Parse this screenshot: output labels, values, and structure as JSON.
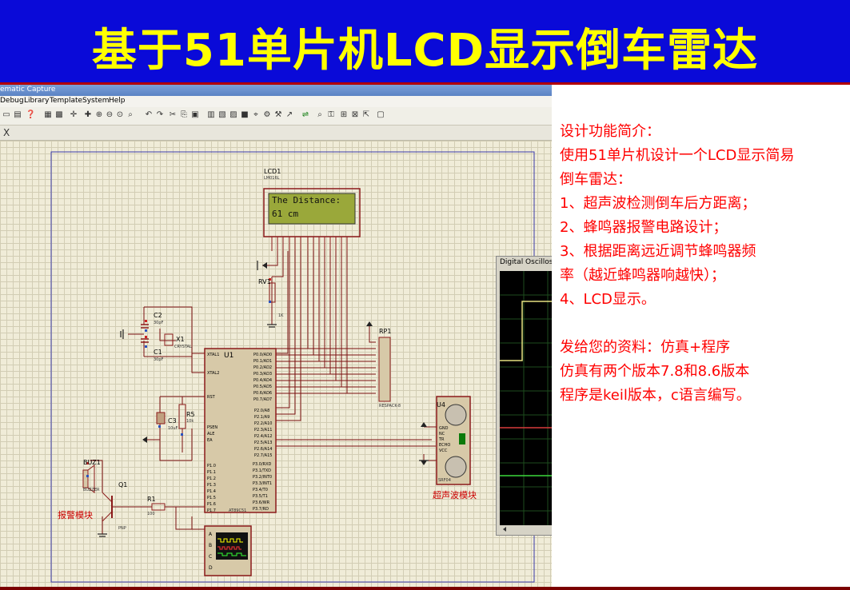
{
  "banner": {
    "title": "基于51单片机LCD显示倒车雷达"
  },
  "window": {
    "title_fragment": "ematic Capture",
    "menu": [
      "Debug",
      "Library",
      "Template",
      "System",
      "Help"
    ],
    "tab_close": "X"
  },
  "schematic": {
    "lcd_label": "LCD1",
    "lcd_model": "LM016L",
    "lcd_line1": "The Distance:",
    "lcd_line2": "61 cm",
    "mcu_label": "U1",
    "mcu_model": "AT89C51",
    "rv1": "RV1",
    "rv1_val": "1K",
    "c2": "C2",
    "c2_val": "30pF",
    "c1": "C1",
    "c1_val": "30pF",
    "x1": "X1",
    "x1_val": "CRYSTAL",
    "c3": "C3",
    "c3_val": "10uF",
    "r5": "R5",
    "r5_val": "10k",
    "rp1": "RP1",
    "rp1_val": "RESPACK-8",
    "u4": "U4",
    "u4_model": "SRF04",
    "u4_pins": [
      "GND",
      "NC",
      "TR",
      "ECHO",
      "VCC"
    ],
    "buz": "BUZ1",
    "buz_val": "BUZZER",
    "q1": "Q1",
    "q1_val": "PNP",
    "r1": "R1",
    "r1_val": "100",
    "alarm_label": "报警模块",
    "ultra_label": "超声波模块",
    "pins_left": [
      "XTAL1",
      "XTAL2",
      "RST",
      "PSEN",
      "ALE",
      "EA"
    ],
    "pins_p1": [
      "P1.0",
      "P1.1",
      "P1.2",
      "P1.3",
      "P1.4",
      "P1.5",
      "P1.6",
      "P1.7"
    ],
    "pins_p0": [
      "P0.0/AD0",
      "P0.1/AD1",
      "P0.2/AD2",
      "P0.3/AD3",
      "P0.4/AD4",
      "P0.5/AD5",
      "P0.6/AD6",
      "P0.7/AD7"
    ],
    "pins_p2": [
      "P2.0/A8",
      "P2.1/A9",
      "P2.2/A10",
      "P2.3/A11",
      "P2.4/A12",
      "P2.5/A13",
      "P2.6/A14",
      "P2.7/A15"
    ],
    "pins_p3": [
      "P3.0/RXD",
      "P3.1/TXD",
      "P3.2/INT0",
      "P3.3/INT1",
      "P3.4/T0",
      "P3.5/T1",
      "P3.6/WR",
      "P3.7/RD"
    ],
    "osc_channels": [
      "A",
      "B",
      "C",
      "D"
    ]
  },
  "oscilloscope": {
    "title": "Digital Oscilloscope"
  },
  "description": {
    "lines": [
      "设计功能简介：",
      "使用51单片机设计一个LCD显示简易",
      "倒车雷达：",
      "1、超声波检测倒车后方距离；",
      "2、蜂鸣器报警电路设计；",
      "3、根据距离远近调节蜂鸣器频",
      "率（越近蜂鸣器响越快）；",
      "4、LCD显示。",
      "",
      "发给您的资料：仿真+程序",
      "仿真有两个版本7.8和8.6版本",
      "程序是keil版本，c语言编写。"
    ]
  },
  "colors": {
    "banner_bg": "#0a0ad8",
    "banner_text": "#ffff00",
    "desc_text": "#ff0000",
    "wire": "#7a1010",
    "part": "#8b1a1a",
    "lcd_bg": "#9aa83a"
  }
}
